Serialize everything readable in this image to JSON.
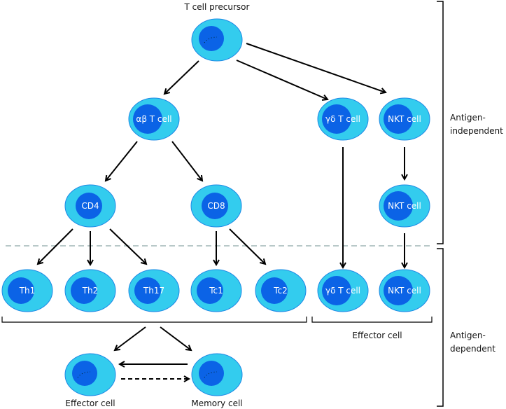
{
  "colors": {
    "cytoplasm": "#33ccee",
    "cytoplasm_edge": "#1e88e5",
    "nucleus": "#0b63e6",
    "arrow": "#000000",
    "divider": "#b8c8c8"
  },
  "cells": {
    "precursor": {
      "label": "",
      "caption": "T cell precursor"
    },
    "ab": {
      "label": "αβ T cell"
    },
    "gd1": {
      "label": "γδ T cell"
    },
    "nkt1": {
      "label": "NKT cell"
    },
    "cd4": {
      "label": "CD4"
    },
    "cd8": {
      "label": "CD8"
    },
    "nkt2": {
      "label": "NKT cell"
    },
    "th1": {
      "label": "Th1"
    },
    "th2": {
      "label": "Th2"
    },
    "th17": {
      "label": "Th17"
    },
    "tc1": {
      "label": "Tc1"
    },
    "tc2": {
      "label": "Tc2"
    },
    "gd2": {
      "label": "γδ T cell"
    },
    "nkt3": {
      "label": "NKT cell"
    },
    "effector": {
      "label": "",
      "caption": "Effector cell"
    },
    "memory": {
      "label": "",
      "caption": "Memory cell"
    }
  },
  "labels": {
    "effector_group": "Effector cell",
    "antigen_independent_1": "Antigen-",
    "antigen_independent_2": "independent",
    "antigen_dependent_1": "Antigen-",
    "antigen_dependent_2": "dependent"
  }
}
